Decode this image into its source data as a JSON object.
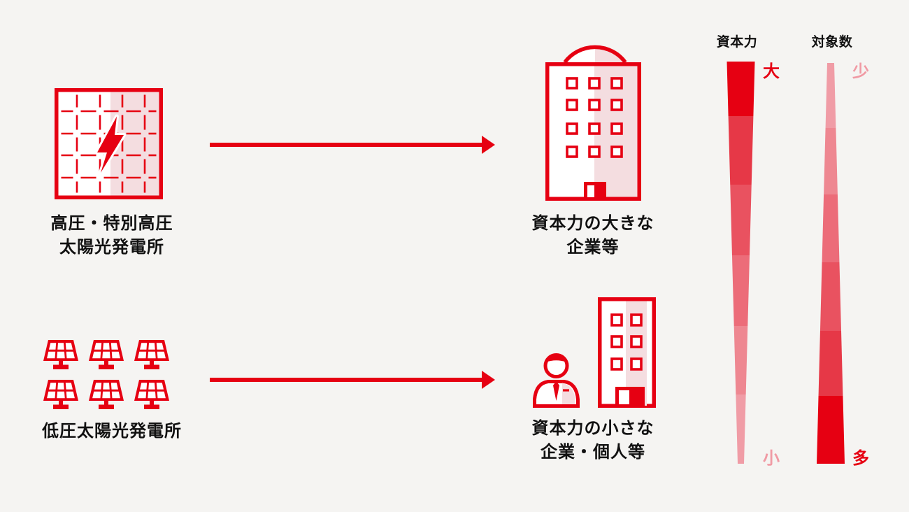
{
  "colors": {
    "background": "#f5f4f2",
    "red": "#e60012",
    "pink": "#f4dde0",
    "text": "#111111",
    "pink_label": "#f09aa4"
  },
  "flow_rows": [
    {
      "source_icon": "high-voltage-solar-plant-icon",
      "source_label_line1": "高圧・特別高圧",
      "source_label_line2": "太陽光発電所",
      "target_icon": "large-company-building-icon",
      "target_label_line1": "資本力の大きな",
      "target_label_line2": "企業等"
    },
    {
      "source_icon": "low-voltage-solar-panels-icon",
      "source_label_line1": "低圧太陽光発電所",
      "source_label_line2": "",
      "target_icon": "person-and-small-building-icon",
      "target_label_line1": "資本力の小さな",
      "target_label_line2": "企業・個人等"
    }
  ],
  "scales": [
    {
      "title": "資本力",
      "top_label": "大",
      "bottom_label": "小",
      "top_label_color": "#e60012",
      "bottom_label_color": "#f09aa4",
      "shape": "wide-top-narrow-bottom",
      "segment_colors": [
        "#e60012",
        "#e63847",
        "#e95260",
        "#ec6c79",
        "#ee8791",
        "#f09ca6"
      ]
    },
    {
      "title": "対象数",
      "top_label": "少",
      "bottom_label": "多",
      "top_label_color": "#f09aa4",
      "bottom_label_color": "#e60012",
      "shape": "narrow-top-wide-bottom",
      "segment_colors": [
        "#f09ca6",
        "#ee8791",
        "#ec6c79",
        "#e95260",
        "#e63847",
        "#e60012"
      ]
    }
  ]
}
